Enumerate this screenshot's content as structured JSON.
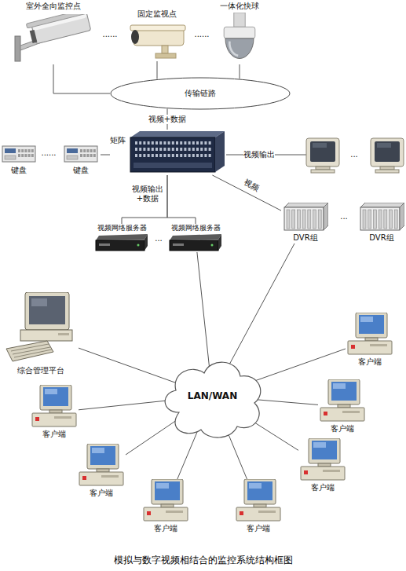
{
  "diagram": {
    "caption": "模拟与数字视频相结合的监控系统结构框图",
    "nodes": [
      {
        "text": [
          "室外全向监控点"
        ]
      },
      {
        "text": [
          "固定监视点"
        ]
      },
      {
        "text": [
          "一体化快球"
        ]
      },
      {
        "text": [
          "传输链路"
        ]
      },
      {
        "text": [
          "矩阵"
        ]
      },
      {
        "text": [
          "键盘"
        ]
      },
      {
        "text": [
          "键盘"
        ]
      },
      {
        "text": [
          "视频网络服务器"
        ]
      },
      {
        "text": [
          "视频网络服务器"
        ]
      },
      {
        "text": [
          "DVR组"
        ]
      },
      {
        "text": [
          "DVR组"
        ]
      },
      {
        "text": [
          "LAN/WAN"
        ]
      },
      {
        "text": [
          "综合管理平台"
        ]
      },
      {
        "text": [
          "客户端"
        ]
      },
      {
        "text": [
          "客户端"
        ]
      },
      {
        "text": [
          "客户端"
        ]
      },
      {
        "text": [
          "客户端"
        ]
      },
      {
        "text": [
          "客户端"
        ]
      },
      {
        "text": [
          "客户端"
        ]
      },
      {
        "text": [
          "客户端"
        ]
      }
    ],
    "edges": [
      {
        "from": 0,
        "to": 3,
        "arrow": "none"
      },
      {
        "from": 1,
        "to": 3,
        "arrow": "none"
      },
      {
        "from": 2,
        "to": 3,
        "arrow": "none"
      },
      {
        "from": 3,
        "to": 4,
        "label": "视频+数据",
        "arrow": "none"
      },
      {
        "from": 6,
        "to": 4,
        "arrow": "none"
      },
      {
        "from": 4,
        "to": 7,
        "label": "视频输出 +数据",
        "arrow": "none"
      },
      {
        "from": 4,
        "to": 8,
        "arrow": "none"
      },
      {
        "from": 4,
        "to": 9,
        "label": "视频",
        "arrow": "none"
      },
      {
        "from": 8,
        "to": 11,
        "arrow": "none"
      },
      {
        "from": 9,
        "to": 11,
        "arrow": "none"
      },
      {
        "from": 12,
        "to": 11,
        "arrow": "none"
      },
      {
        "from": 13,
        "to": 11,
        "arrow": "none"
      },
      {
        "from": 14,
        "to": 11,
        "arrow": "none"
      },
      {
        "from": 15,
        "to": 11,
        "arrow": "none"
      },
      {
        "from": 16,
        "to": 11,
        "arrow": "none"
      },
      {
        "from": 17,
        "to": 11,
        "arrow": "none"
      },
      {
        "from": 18,
        "to": 11,
        "arrow": "none"
      },
      {
        "from": 19,
        "to": 11,
        "arrow": "none"
      }
    ],
    "labels": [
      "......",
      "......",
      "......",
      "视频输出",
      "...",
      "...",
      "..."
    ]
  }
}
